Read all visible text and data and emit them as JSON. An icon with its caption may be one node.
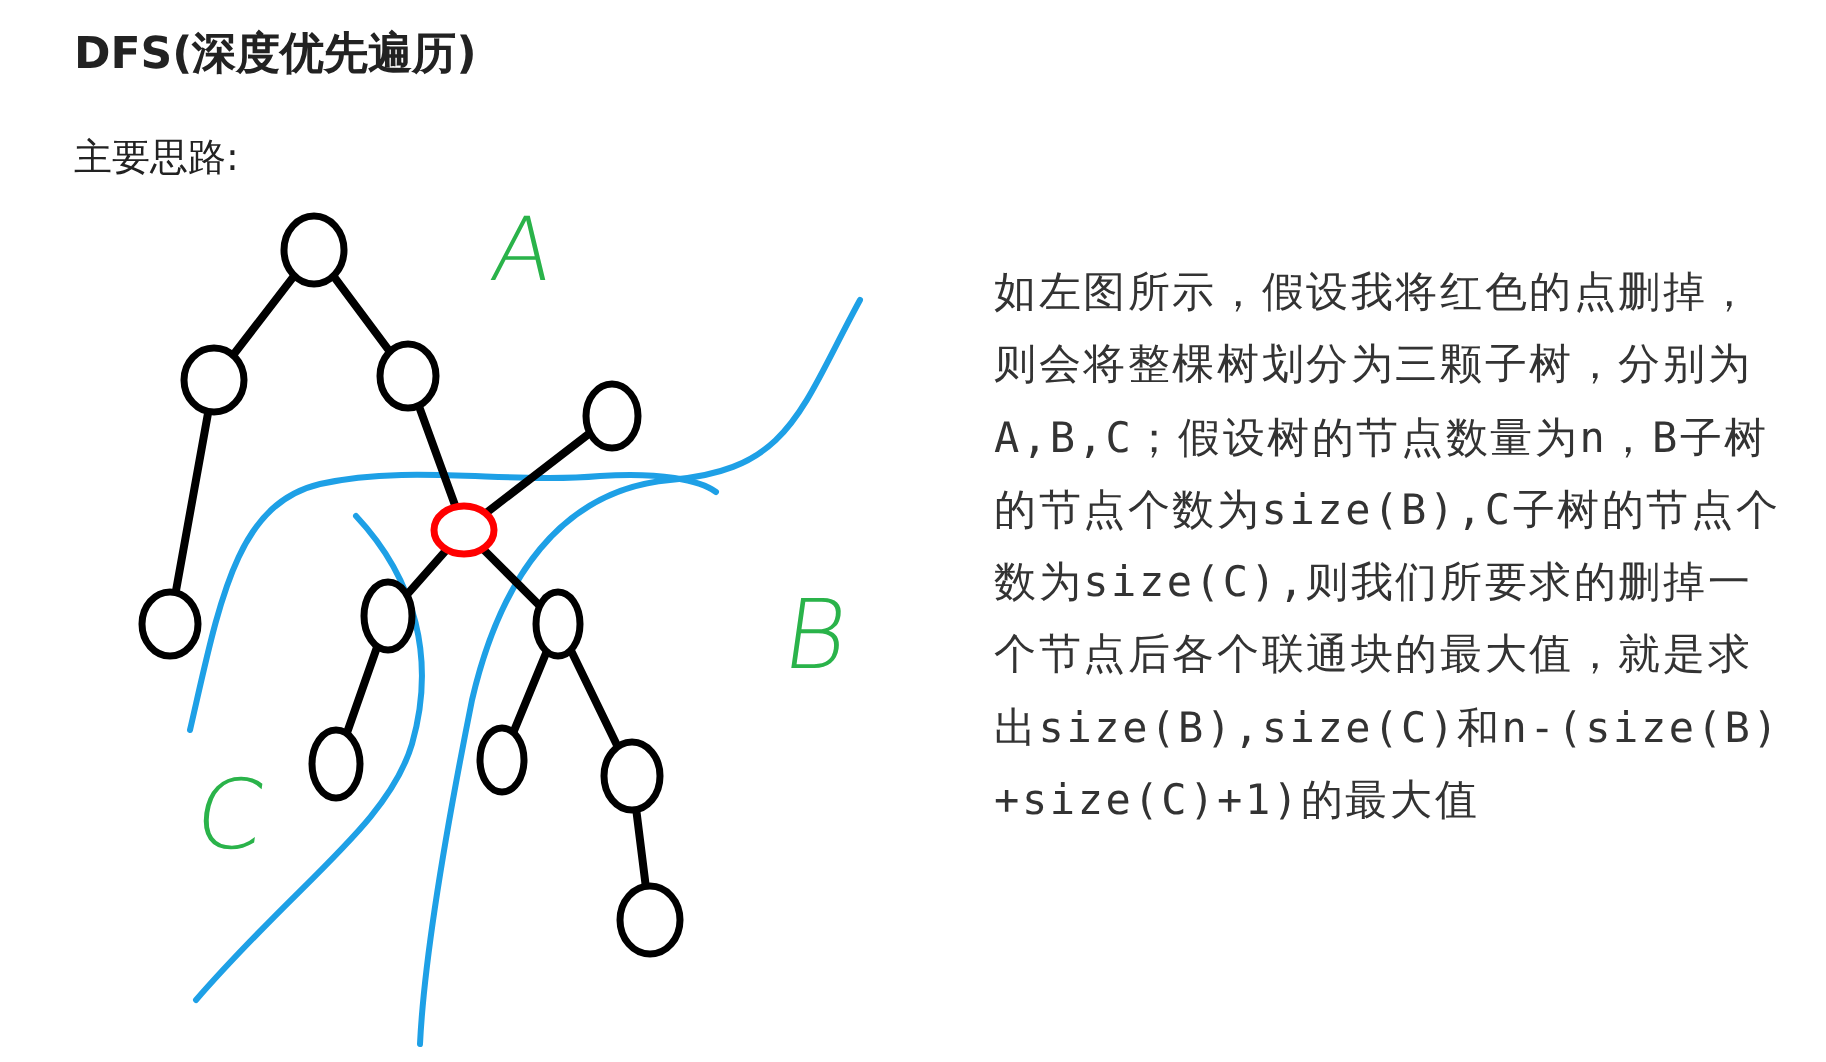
{
  "diagram": {
    "title": "DFS(深度优先遍历)",
    "nodes": [
      {
        "text": [],
        "shape": "circle"
      },
      {
        "text": [],
        "shape": "circle"
      },
      {
        "text": [],
        "shape": "circle"
      },
      {
        "text": [],
        "shape": "circle"
      },
      {
        "text": [],
        "shape": "circle"
      },
      {
        "text": [],
        "shape": "circle"
      },
      {
        "text": [],
        "shape": "circle"
      },
      {
        "text": [],
        "shape": "circle"
      },
      {
        "text": [],
        "shape": "circle"
      },
      {
        "text": [],
        "shape": "circle"
      },
      {
        "text": [],
        "shape": "circle"
      },
      {
        "text": [],
        "shape": "circle"
      }
    ],
    "edges": [
      {
        "from": 0,
        "to": 1,
        "arrow": "none"
      },
      {
        "from": 0,
        "to": 2,
        "arrow": "none"
      },
      {
        "from": 1,
        "to": 3,
        "arrow": "none"
      },
      {
        "from": 2,
        "to": 4,
        "arrow": "none"
      },
      {
        "from": 4,
        "to": 5,
        "arrow": "none"
      },
      {
        "from": 4,
        "to": 6,
        "arrow": "none"
      },
      {
        "from": 4,
        "to": 7,
        "arrow": "none"
      },
      {
        "from": 6,
        "to": 8,
        "arrow": "none"
      },
      {
        "from": 7,
        "to": 9,
        "arrow": "none"
      },
      {
        "from": 7,
        "to": 10,
        "arrow": "none"
      },
      {
        "from": 10,
        "to": 11,
        "arrow": "none"
      }
    ],
    "labels": [
      "主要思路:",
      "A",
      "如左图所示，假设我将红色的点删掉，则会将整棵树划分为三颗子树，分别为A,B,C；假设树的节点数量为n，B子树的节点个数为size(B),C子树的节点个数为size(C),则我们所要求的删掉一个节点后各个联通块的最大值，就是求出size(B),size(C)和n-(size(B)+size(C)+1)的最大值",
      "B",
      "C"
    ]
  }
}
